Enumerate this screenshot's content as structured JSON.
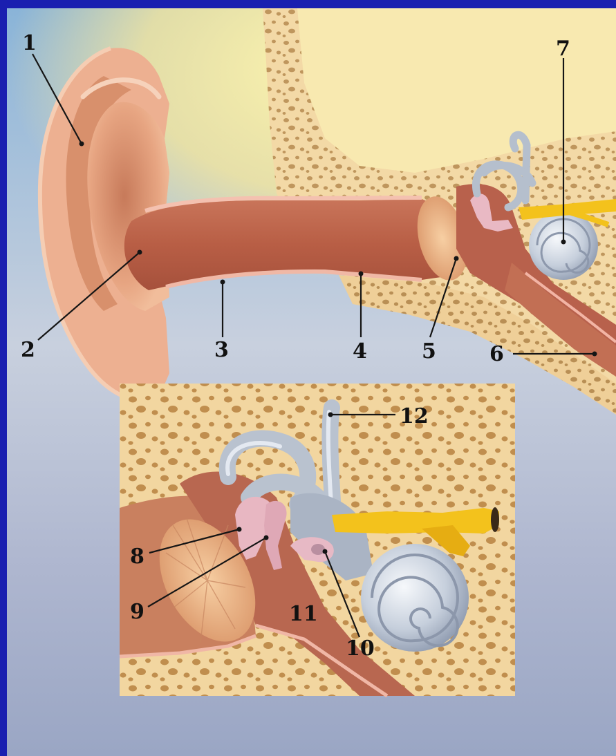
{
  "diagram": {
    "labels": {
      "l1": "1",
      "l2": "2",
      "l3": "3",
      "l4": "4",
      "l5": "5",
      "l6": "6",
      "l7": "7",
      "l8": "8",
      "l9": "9",
      "l10": "10",
      "l11": "11",
      "l12": "12"
    }
  },
  "colors": {
    "slide_blue": "#1a1fb0",
    "sky_top": "#8fb6d6",
    "sky_bottom": "#b4bfd6",
    "bone": "#f1d6a2",
    "bone_pore": "#b98f55",
    "skin": "#e9a683",
    "canal": "#b9654a",
    "labyrinth": "#c4ccd8",
    "nerve": "#f3c21c",
    "ossicle": "#e7b6c0",
    "drum": "#efb785"
  }
}
